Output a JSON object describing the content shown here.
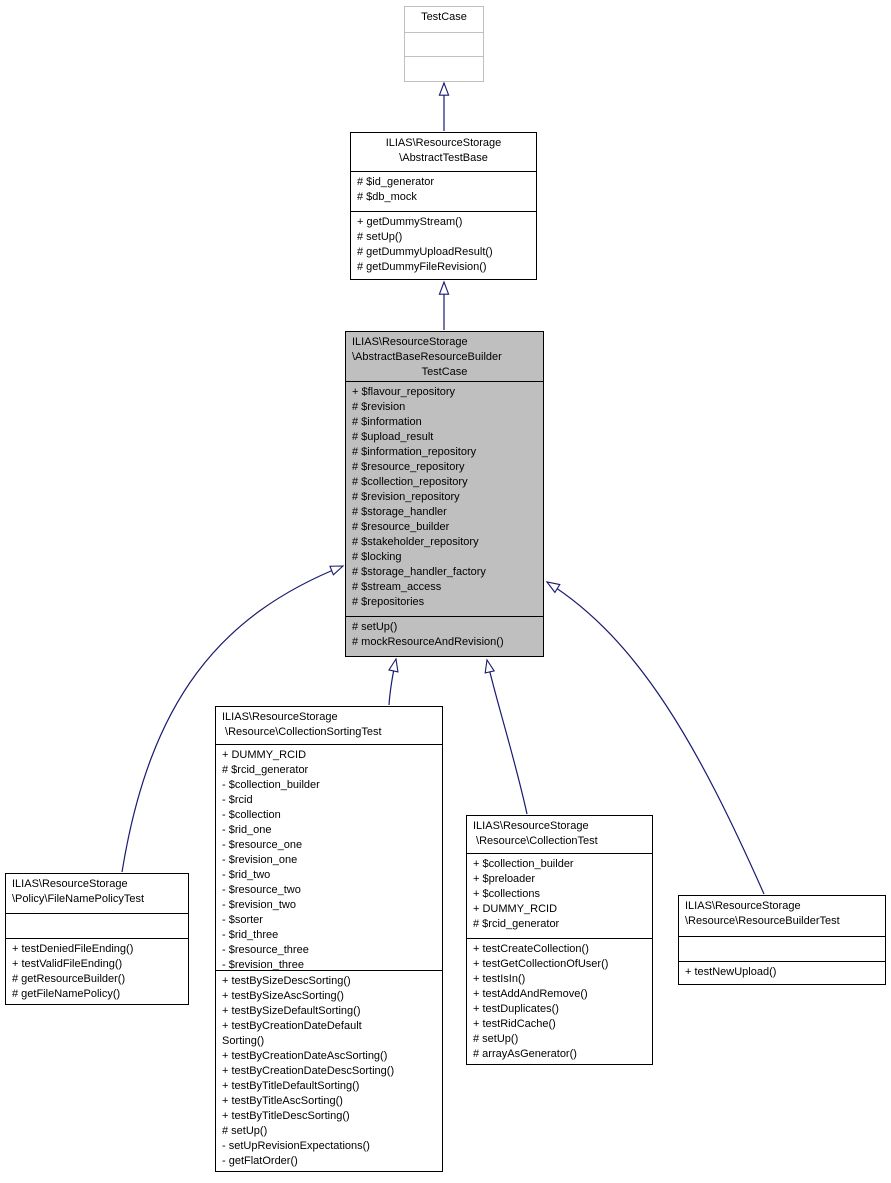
{
  "diagram": {
    "type": "uml-inheritance-graph",
    "colors": {
      "edge": "#191970",
      "highlight_fill": "#bfbfbf",
      "box_border": "#000000",
      "external_box_border": "#c0c0c0",
      "background": "#ffffff"
    },
    "classes": [
      {
        "id": "testcase",
        "title_lines": [
          "TestCase"
        ],
        "attributes": [],
        "methods": []
      },
      {
        "id": "abstract-test-base",
        "title_lines": [
          "ILIAS\\ResourceStorage",
          "\\AbstractTestBase"
        ],
        "attributes": [
          "# $id_generator",
          "# $db_mock"
        ],
        "methods": [
          "+ getDummyStream()",
          "# setUp()",
          "# getDummyUploadResult()",
          "# getDummyFileRevision()"
        ]
      },
      {
        "id": "abstract-base-resource-builder-test-case",
        "title_lines": [
          "ILIAS\\ResourceStorage",
          "\\AbstractBaseResourceBuilder",
          "TestCase"
        ],
        "attributes": [
          "+ $flavour_repository",
          "# $revision",
          "# $information",
          "# $upload_result",
          "# $information_repository",
          "# $resource_repository",
          "# $collection_repository",
          "# $revision_repository",
          "# $storage_handler",
          "# $resource_builder",
          "# $stakeholder_repository",
          "# $locking",
          "# $storage_handler_factory",
          "# $stream_access",
          "# $repositories"
        ],
        "methods": [
          "# setUp()",
          "# mockResourceAndRevision()"
        ]
      },
      {
        "id": "file-name-policy-test",
        "title_lines": [
          "ILIAS\\ResourceStorage",
          "\\Policy\\FileNamePolicyTest"
        ],
        "attributes": [],
        "methods": [
          "+ testDeniedFileEnding()",
          "+ testValidFileEnding()",
          "# getResourceBuilder()",
          "# getFileNamePolicy()"
        ]
      },
      {
        "id": "collection-sorting-test",
        "title_lines": [
          "ILIAS\\ResourceStorage",
          " \\Resource\\CollectionSortingTest"
        ],
        "attributes": [
          "+ DUMMY_RCID",
          "# $rcid_generator",
          "- $collection_builder",
          "- $rcid",
          "- $collection",
          "- $rid_one",
          "- $resource_one",
          "- $revision_one",
          "- $rid_two",
          "- $resource_two",
          "- $revision_two",
          "- $sorter",
          "- $rid_three",
          "- $resource_three",
          "- $revision_three"
        ],
        "methods": [
          "+ testBySizeDescSorting()",
          "+ testBySizeAscSorting()",
          "+ testBySizeDefaultSorting()",
          "+ testByCreationDateDefault",
          "Sorting()",
          "+ testByCreationDateAscSorting()",
          "+ testByCreationDateDescSorting()",
          "+ testByTitleDefaultSorting()",
          "+ testByTitleAscSorting()",
          "+ testByTitleDescSorting()",
          "# setUp()",
          "- setUpRevisionExpectations()",
          "- getFlatOrder()"
        ]
      },
      {
        "id": "collection-test",
        "title_lines": [
          "ILIAS\\ResourceStorage",
          " \\Resource\\CollectionTest"
        ],
        "attributes": [
          "+ $collection_builder",
          "+ $preloader",
          "+ $collections",
          "+ DUMMY_RCID",
          "# $rcid_generator"
        ],
        "methods": [
          "+ testCreateCollection()",
          "+ testGetCollectionOfUser()",
          "+ testIsIn()",
          "+ testAddAndRemove()",
          "+ testDuplicates()",
          "+ testRidCache()",
          "# setUp()",
          "# arrayAsGenerator()"
        ]
      },
      {
        "id": "resource-builder-test",
        "title_lines": [
          "ILIAS\\ResourceStorage",
          "\\Resource\\ResourceBuilderTest"
        ],
        "attributes": [],
        "methods": [
          "+ testNewUpload()"
        ]
      }
    ],
    "edges": [
      {
        "from": "abstract-test-base",
        "to": "testcase",
        "type": "inheritance"
      },
      {
        "from": "abstract-base-resource-builder-test-case",
        "to": "abstract-test-base",
        "type": "inheritance"
      },
      {
        "from": "file-name-policy-test",
        "to": "abstract-base-resource-builder-test-case",
        "type": "inheritance"
      },
      {
        "from": "collection-sorting-test",
        "to": "abstract-base-resource-builder-test-case",
        "type": "inheritance"
      },
      {
        "from": "collection-test",
        "to": "abstract-base-resource-builder-test-case",
        "type": "inheritance"
      },
      {
        "from": "resource-builder-test",
        "to": "abstract-base-resource-builder-test-case",
        "type": "inheritance"
      }
    ]
  }
}
